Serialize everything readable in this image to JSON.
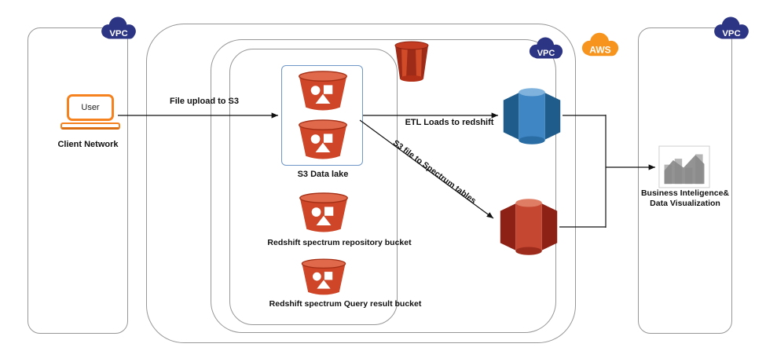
{
  "badges": {
    "vpc": "VPC",
    "aws": "AWS"
  },
  "client_network": {
    "user": "User",
    "label": "Client Network"
  },
  "storage": {
    "data_lake_label": "S3 Data lake",
    "repository_bucket_label": "Redshift spectrum repository bucket",
    "query_bucket_label": "Redshift spectrum Query result bucket"
  },
  "arrows": {
    "file_upload": "File upload to S3",
    "etl": "ETL Loads to redshift",
    "spectrum": "S3 file to Spectrum tables"
  },
  "bi": {
    "line1": "Business Inteligence&",
    "line2": "Data Visualization"
  },
  "icons": {
    "vpc_badge": "cloud",
    "aws_badge": "cloud",
    "user": "laptop",
    "s3_bucket": "bucket",
    "s3_service": "s3-faceted-bucket",
    "redshift": "database",
    "redshift_spectrum": "database",
    "bi": "bar-chart"
  },
  "colors": {
    "vpc_badge": "#2c3484",
    "aws_badge": "#F7941E",
    "bucket_red": "#CE4527",
    "redshift_blue": "#3E86C4",
    "spectrum_red": "#C54732",
    "user_orange": "#F5821F",
    "frame_gray": "#979797",
    "arrow_black": "#111111"
  }
}
